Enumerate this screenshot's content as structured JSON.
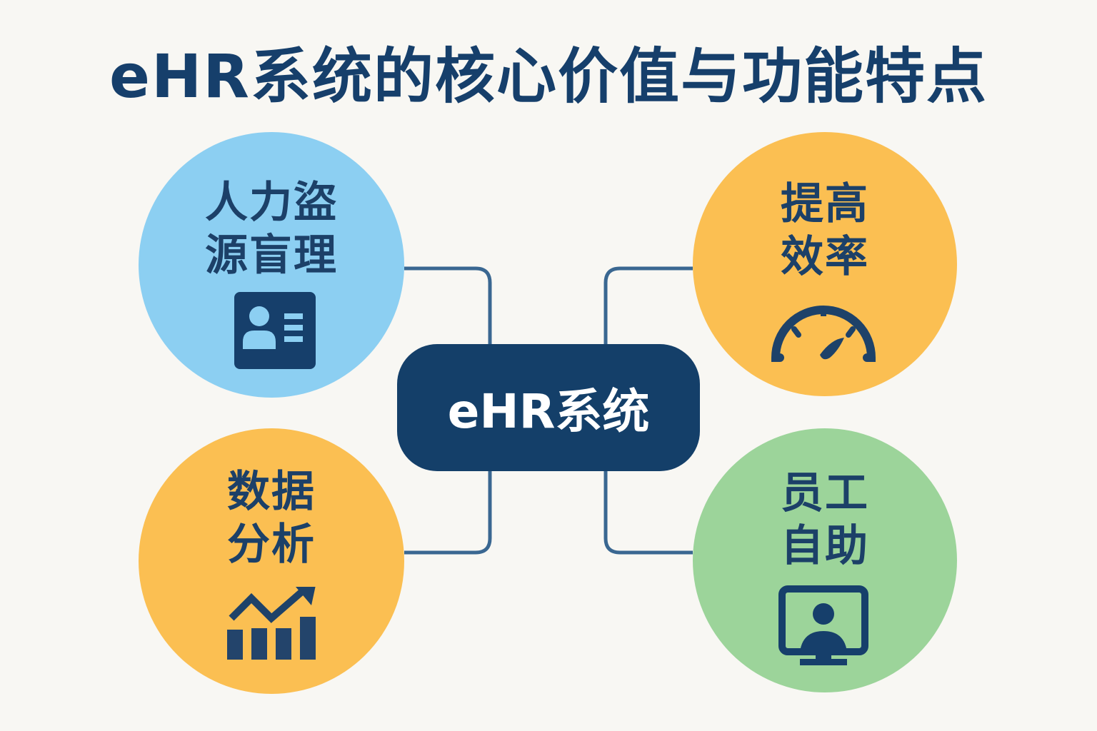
{
  "title": "eHR系统的核心价值与功能特点",
  "hub": {
    "label": "eHR系统",
    "color": "#143f69"
  },
  "nodes": [
    {
      "id": "hr-management",
      "line1": "人力盜",
      "line2": "源盲理",
      "color": "#8ccff2",
      "icon": "id-card-icon"
    },
    {
      "id": "efficiency",
      "line1": "提高",
      "line2": "效率",
      "color": "#fbbf52",
      "icon": "speedometer-icon"
    },
    {
      "id": "data-analysis",
      "line1": "数据",
      "line2": "分析",
      "color": "#fbbf52",
      "icon": "bar-chart-trend-icon"
    },
    {
      "id": "employee-self-service",
      "line1": "员工",
      "line2": "自助",
      "color": "#9cd49a",
      "icon": "monitor-user-icon"
    }
  ],
  "colors": {
    "background": "#f8f7f3",
    "text": "#1c4068",
    "connector": "#3a6791"
  }
}
